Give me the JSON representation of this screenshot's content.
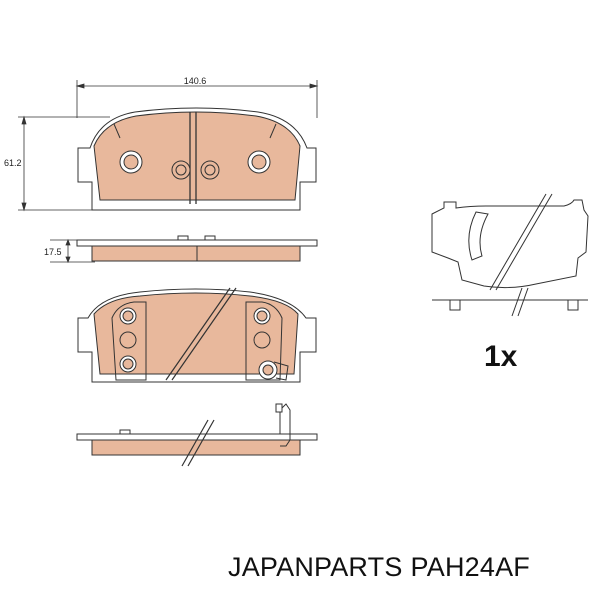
{
  "dimensions": {
    "width": "140.6",
    "height": "61.2",
    "thickness": "17.5"
  },
  "quantity_label": "1x",
  "brand": "JAPANPARTS",
  "part_number": "PAH24AF",
  "colors": {
    "friction_material": "#e8b89c",
    "outline": "#333333",
    "background": "#ffffff"
  }
}
